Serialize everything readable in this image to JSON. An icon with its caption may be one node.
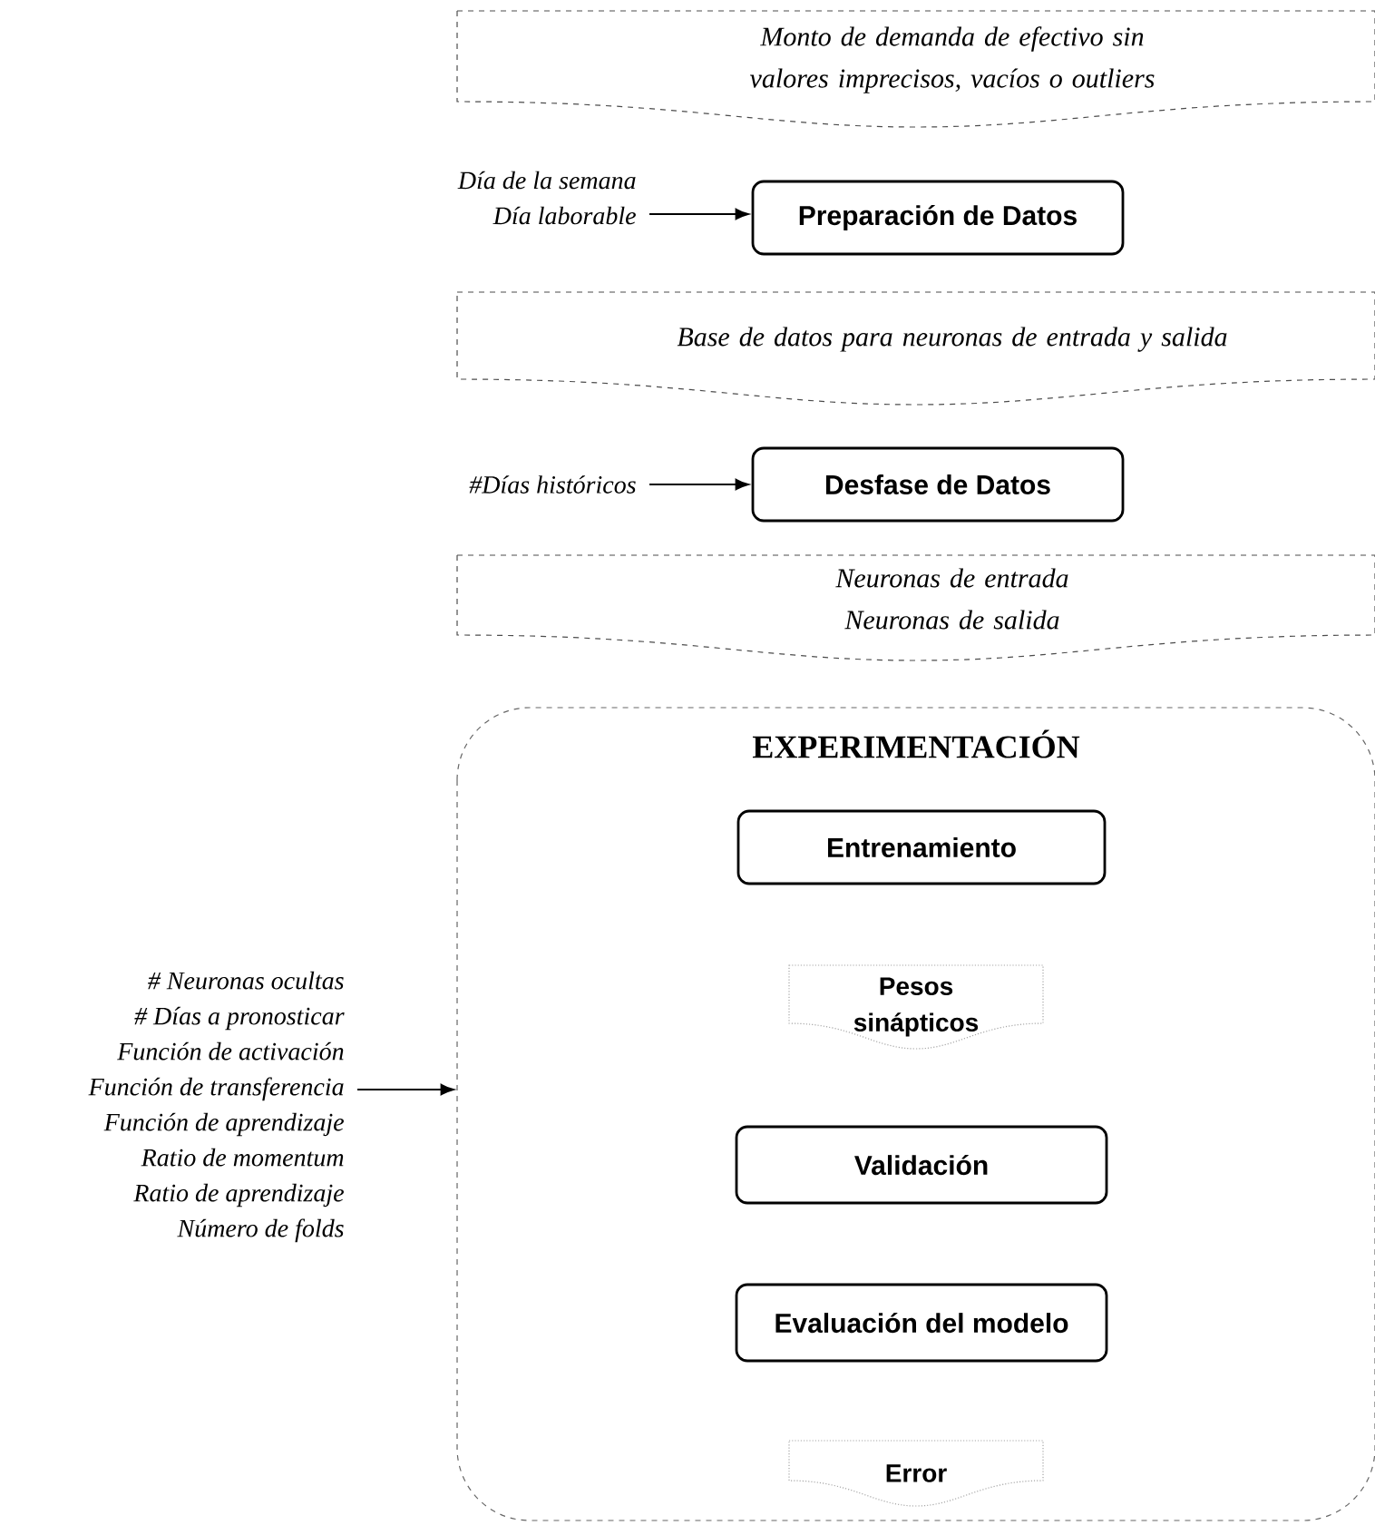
{
  "diagram": {
    "nodes": [
      {
        "text": [
          "Monto de demanda de efectivo sin valores imprecisos, vacíos o outliers"
        ]
      },
      {
        "text": [
          "Día de la semana",
          "Día laborable"
        ]
      },
      {
        "text": [
          "Preparación de Datos"
        ]
      },
      {
        "text": [
          "Base de datos para neuronas de entrada y salida"
        ]
      },
      {
        "text": [
          "#Días históricos"
        ]
      },
      {
        "text": [
          "Desfase de Datos"
        ]
      },
      {
        "text": [
          "Neuronas de entrada",
          "Neuronas de salida"
        ]
      },
      {
        "text": [
          "EXPERIMENTACIÓN"
        ]
      },
      {
        "text": [
          "Entrenamiento"
        ],
        "in": 7
      },
      {
        "text": [
          "Pesos sinápticos"
        ],
        "in": 7
      },
      {
        "text": [
          "Validación"
        ],
        "in": 7
      },
      {
        "text": [
          "Evaluación del modelo"
        ],
        "in": 7
      },
      {
        "text": [
          "Error"
        ],
        "in": 7
      },
      {
        "text": [
          "# Neuronas ocultas",
          "# Días a pronosticar",
          "Función de activación",
          "Función de transferencia",
          "Función de aprendizaje",
          "Ratio de momentum",
          "Ratio de aprendizaje",
          "Número de folds"
        ]
      }
    ],
    "edges": [
      {
        "from": 1,
        "to": 2,
        "arrow": "to"
      },
      {
        "from": 4,
        "to": 5,
        "arrow": "to"
      },
      {
        "from": 13,
        "to": 7,
        "arrow": "to"
      }
    ]
  }
}
